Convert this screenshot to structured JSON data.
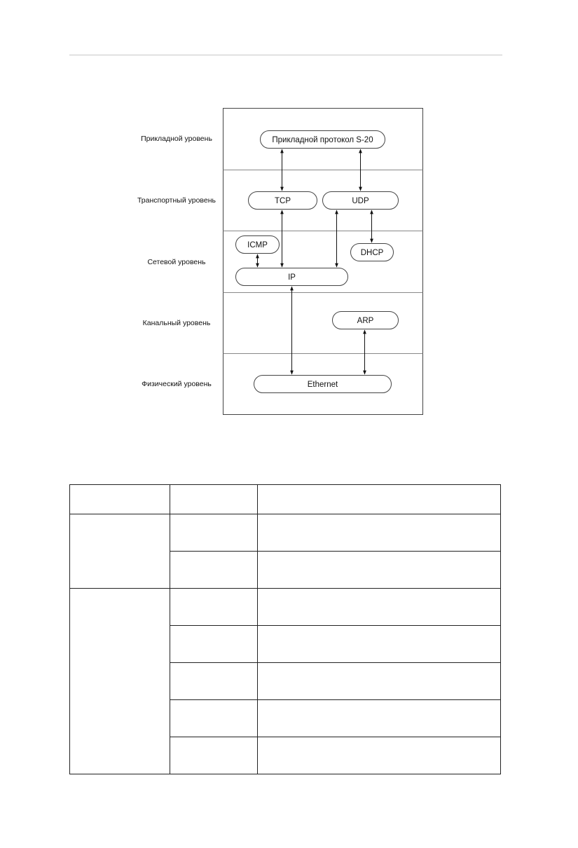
{
  "layers": [
    {
      "label": "Прикладной уровень"
    },
    {
      "label": "Транспортный уровень"
    },
    {
      "label": "Сетевой уровень"
    },
    {
      "label": "Канальный уровень"
    },
    {
      "label": "Физический уровень"
    }
  ],
  "nodes": {
    "app_protocol": "Прикладной протокол S-20",
    "tcp": "TCP",
    "udp": "UDP",
    "icmp": "ICMP",
    "dhcp": "DHCP",
    "ip": "IP",
    "arp": "ARP",
    "ethernet": "Ethernet"
  },
  "table": {
    "header": [
      "",
      "",
      ""
    ],
    "groups": [
      {
        "label": "",
        "rows": [
          [
            "",
            ""
          ],
          [
            "",
            ""
          ]
        ]
      },
      {
        "label": "",
        "rows": [
          [
            "",
            ""
          ],
          [
            "",
            ""
          ],
          [
            "",
            ""
          ],
          [
            "",
            ""
          ],
          [
            "",
            ""
          ]
        ]
      }
    ]
  }
}
